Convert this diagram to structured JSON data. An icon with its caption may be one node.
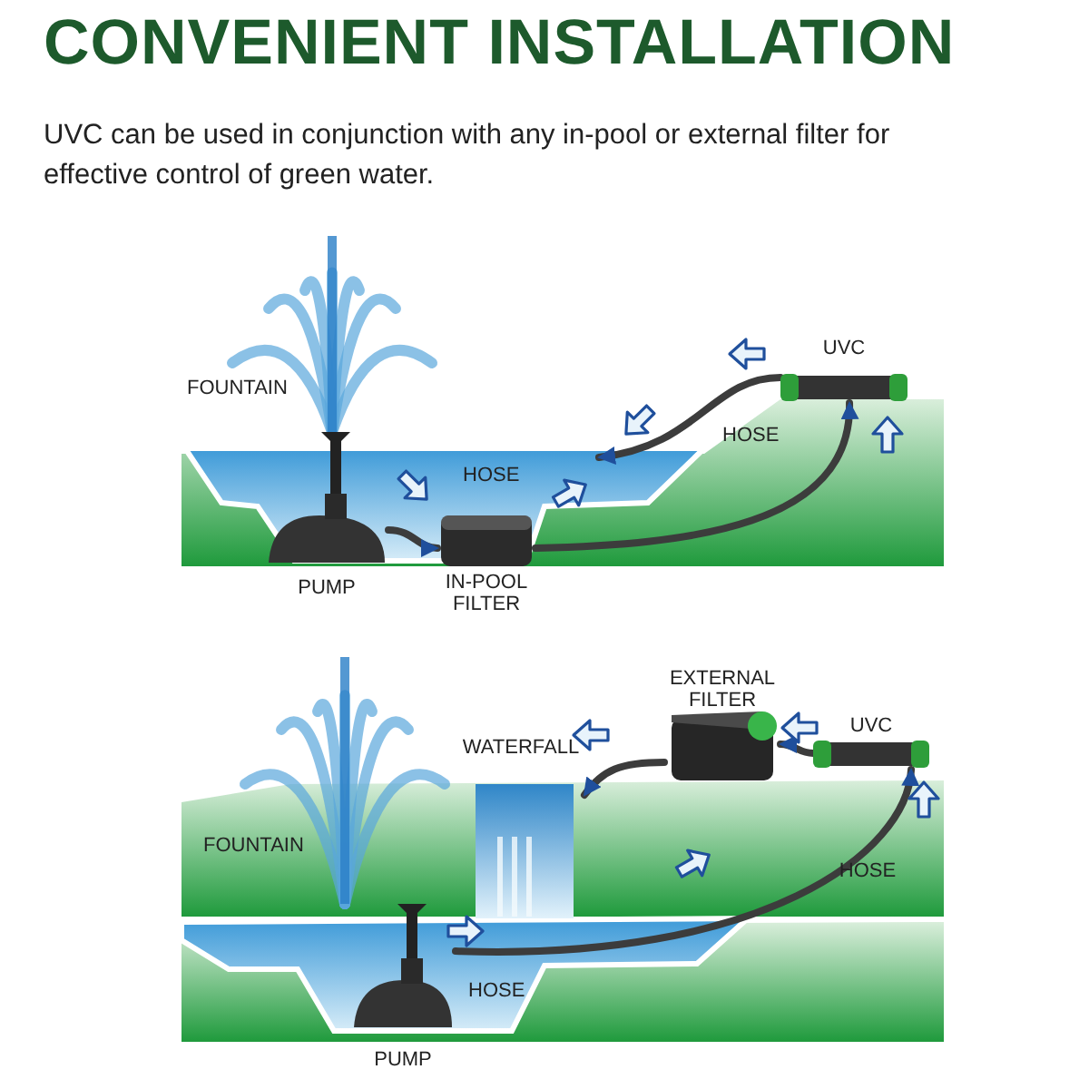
{
  "diagram": {
    "title": "CONVENIENT INSTALLATION",
    "nodes": [
      {
        "text": [
          "FOUNTAIN"
        ]
      },
      {
        "text": [
          "PUMP"
        ]
      },
      {
        "text": [
          "IN-POOL FILTER"
        ]
      },
      {
        "text": [
          "UVC"
        ]
      },
      {
        "text": [
          "EXTERNAL FILTER"
        ]
      },
      {
        "text": [
          "UVC"
        ]
      },
      {
        "text": [
          "WATERFALL"
        ]
      },
      {
        "text": [
          "FOUNTAIN"
        ]
      },
      {
        "text": [
          "PUMP"
        ]
      }
    ],
    "edges": [
      {
        "from": 1,
        "to": 2,
        "arrow": "to",
        "label": "HOSE"
      },
      {
        "from": 2,
        "to": 3,
        "arrow": "to",
        "label": "HOSE"
      },
      {
        "from": 3,
        "to": null,
        "arrow": "to"
      },
      {
        "from": 8,
        "to": 5,
        "arrow": "to",
        "label": "HOSE"
      },
      {
        "from": 5,
        "to": 4,
        "arrow": "to"
      },
      {
        "from": 4,
        "to": 6,
        "arrow": "to"
      }
    ],
    "labels": [
      "UVC can be used in conjunction with any in-pool or external filter for effective control of green water.",
      "HOSE"
    ]
  }
}
